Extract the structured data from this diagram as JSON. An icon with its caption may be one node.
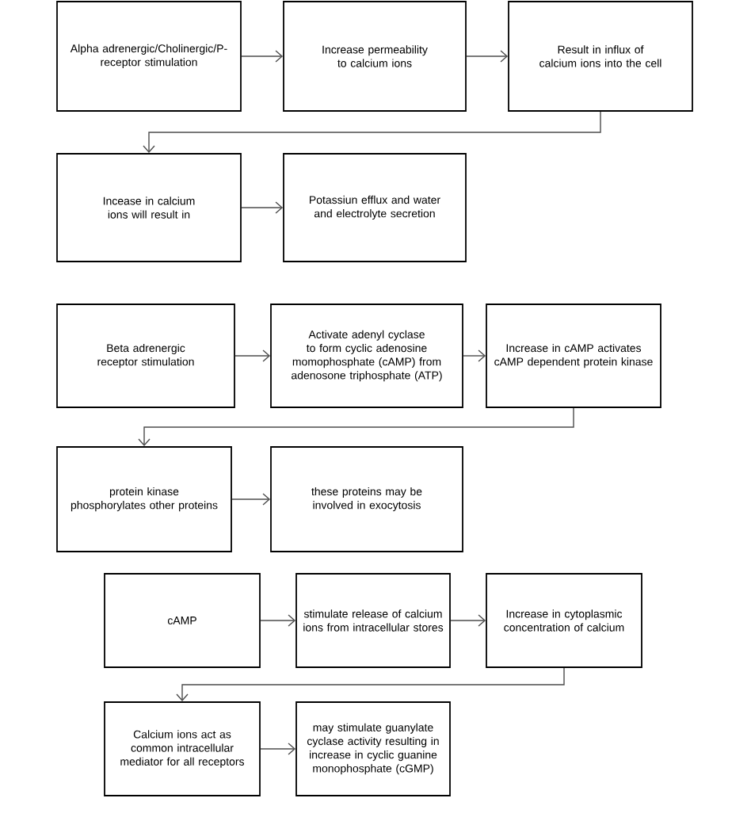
{
  "diagram": {
    "nodes": [
      {
        "text": [
          "Alpha adrenergic/Cholinergic/P-receptor stimulation"
        ]
      },
      {
        "text": [
          "Increase permeability to calcium ions"
        ]
      },
      {
        "text": [
          "Result in influx of calcium ions into the cell"
        ]
      },
      {
        "text": [
          "Incease in calcium ions will result in"
        ]
      },
      {
        "text": [
          "Potassiun efflux and water and electrolyte secretion"
        ]
      },
      {
        "text": [
          "Beta adrenergic receptor stimulation"
        ]
      },
      {
        "text": [
          "Activate adenyl cyclase to form cyclic adenosine momophosphate (cAMP) from adenosone triphosphate (ATP)"
        ]
      },
      {
        "text": [
          "Increase in cAMP activates cAMP dependent protein kinase"
        ]
      },
      {
        "text": [
          "protein kinase phosphorylates other proteins"
        ]
      },
      {
        "text": [
          "these proteins may be involved in exocytosis"
        ]
      },
      {
        "text": [
          "cAMP"
        ]
      },
      {
        "text": [
          "stimulate release of calcium ions from intracellular stores"
        ]
      },
      {
        "text": [
          "Increase in cytoplasmic concentration of calcium"
        ]
      },
      {
        "text": [
          "Calcium ions act as common intracellular mediator for all receptors"
        ]
      },
      {
        "text": [
          "may stimulate guanylate cyclase activity resulting in increase in cyclic guanine monophosphate (cGMP)"
        ]
      }
    ],
    "edges": [
      {
        "from": 0,
        "to": 1,
        "arrow": "to"
      },
      {
        "from": 1,
        "to": 2,
        "arrow": "to"
      },
      {
        "from": 2,
        "to": 3,
        "arrow": "to"
      },
      {
        "from": 3,
        "to": 4,
        "arrow": "to"
      },
      {
        "from": 5,
        "to": 6,
        "arrow": "to"
      },
      {
        "from": 6,
        "to": 7,
        "arrow": "to"
      },
      {
        "from": 7,
        "to": 8,
        "arrow": "to"
      },
      {
        "from": 8,
        "to": 9,
        "arrow": "to"
      },
      {
        "from": 10,
        "to": 11,
        "arrow": "to"
      },
      {
        "from": 11,
        "to": 12,
        "arrow": "to"
      },
      {
        "from": 12,
        "to": 13,
        "arrow": "to"
      },
      {
        "from": 13,
        "to": 14,
        "arrow": "to"
      }
    ]
  }
}
